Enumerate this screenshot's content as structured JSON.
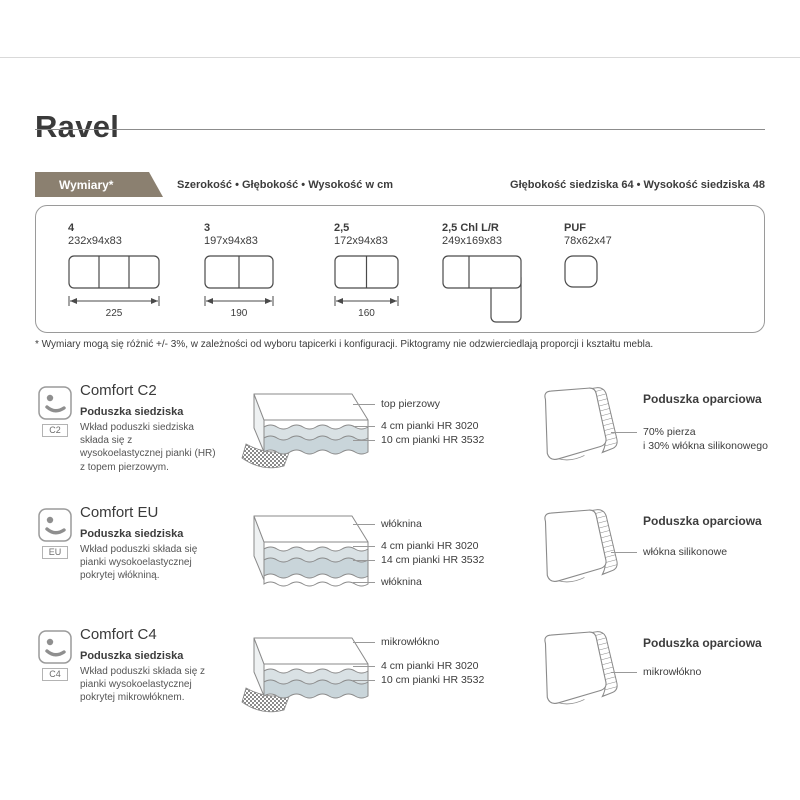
{
  "page": {
    "title": "Ravel"
  },
  "dimensions": {
    "tab": "Wymiary*",
    "header_left": "Szerokość • Głębokość • Wysokość w cm",
    "header_right": "Głębokość siedziska 64 • Wysokość siedziska 48",
    "items": [
      {
        "name": "4",
        "size": "232x94x83",
        "width": "225"
      },
      {
        "name": "3",
        "size": "197x94x83",
        "width": "190"
      },
      {
        "name": "2,5",
        "size": "172x94x83",
        "width": "160"
      },
      {
        "name": "2,5 Chl L/R",
        "size": "249x169x83"
      },
      {
        "name": "PUF",
        "size": "78x62x47"
      }
    ],
    "footnote": "* Wymiary mogą się różnić +/- 3%, w zależności od wyboru tapicerki i konfiguracji. Piktogramy nie odzwierciedlają proporcji i kształtu mebla."
  },
  "comfort": [
    {
      "badge": "C2",
      "title": "Comfort C2",
      "seat_heading": "Poduszka siedziska",
      "description": "Wkład poduszki siedziska składa się z wysokoelastycznej pianki (HR) z topem pierzowym.",
      "seat_labels": [
        "top pierzowy",
        "4 cm pianki HR 3020",
        "10 cm pianki HR 3532"
      ],
      "back_heading": "Poduszka oparciowa",
      "back_labels": [
        "70% pierza",
        "i 30% włókna silikonowego"
      ]
    },
    {
      "badge": "EU",
      "title": "Comfort EU",
      "seat_heading": "Poduszka siedziska",
      "description": "Wkład poduszki składa się pianki wysokoelastycznej pokrytej włókniną.",
      "seat_labels": [
        "włóknina",
        "4 cm pianki HR 3020",
        "14 cm pianki HR 3532",
        "włóknina"
      ],
      "back_heading": "Poduszka oparciowa",
      "back_labels": [
        "włókna silikonowe"
      ]
    },
    {
      "badge": "C4",
      "title": "Comfort C4",
      "seat_heading": "Poduszka siedziska",
      "description": "Wkład poduszki składa się z pianki wysokoelastycznej pokrytej mikrowłóknem.",
      "seat_labels": [
        "mikrowłókno",
        "4 cm pianki HR 3020",
        "10 cm pianki HR 3532"
      ],
      "back_heading": "Poduszka oparciowa",
      "back_labels": [
        "mikrowłókno"
      ]
    }
  ]
}
